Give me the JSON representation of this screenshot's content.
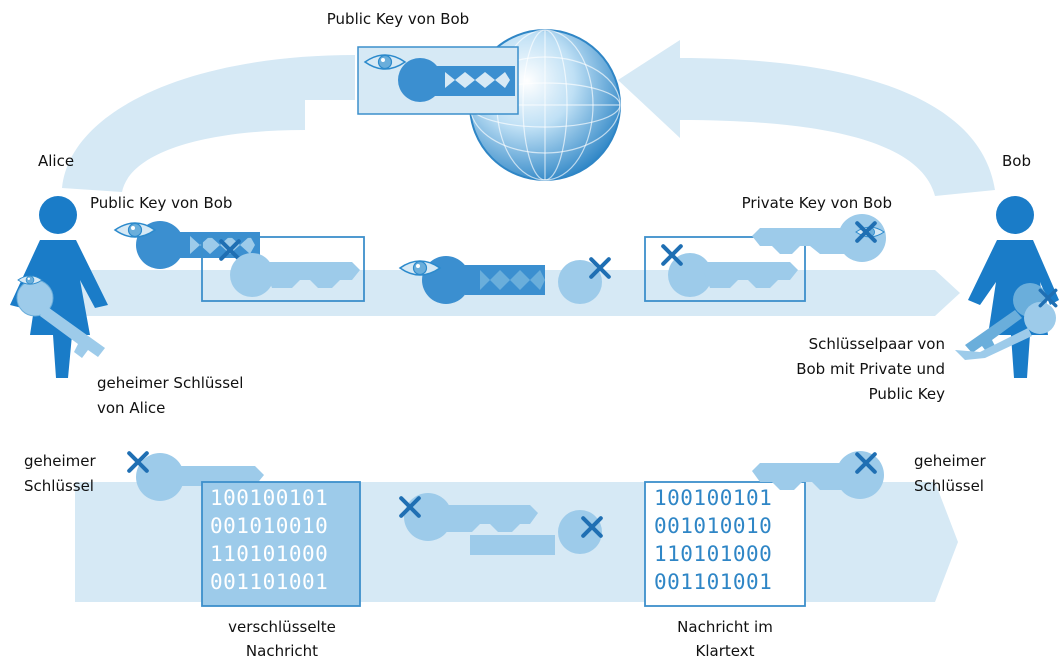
{
  "colors": {
    "band": "#d6e9f5",
    "key_light": "#9dcbea",
    "key_mid": "#6aaedb",
    "key_dark": "#2c8acc",
    "person": "#1a7cc8",
    "cross": "#1f6fb3",
    "globe": "#3b95d3",
    "box_stroke": "#3c8fcb",
    "text": "#111111",
    "plaintext": "#2f86c6",
    "ciphertext": "#ffffff"
  },
  "labels": {
    "public_key_top": "Public Key von Bob",
    "alice": "Alice",
    "bob": "Bob",
    "public_key_left": "Public Key von Bob",
    "private_key_right": "Private Key von Bob",
    "secret_key_alice_1": "geheimer Schlüssel",
    "secret_key_alice_2": "von Alice",
    "keypair_bob_1": "Schlüsselpaar von",
    "keypair_bob_2": "Bob mit Private und",
    "keypair_bob_3": "Public Key",
    "secret_left_1": "geheimer",
    "secret_left_2": "Schlüssel",
    "secret_right_1": "geheimer",
    "secret_right_2": "Schlüssel",
    "encrypted_1": "verschlüsselte",
    "encrypted_2": "Nachricht",
    "plain_1": "Nachricht im",
    "plain_2": "Klartext"
  },
  "message_encrypted": [
    "100100101",
    "001010010",
    "110101000",
    "001101001"
  ],
  "message_plain": [
    "100100101",
    "001010010",
    "110101000",
    "001101001"
  ],
  "icons": [
    "globe-icon",
    "eye-icon",
    "cross-icon",
    "key-icon",
    "person-icon"
  ]
}
